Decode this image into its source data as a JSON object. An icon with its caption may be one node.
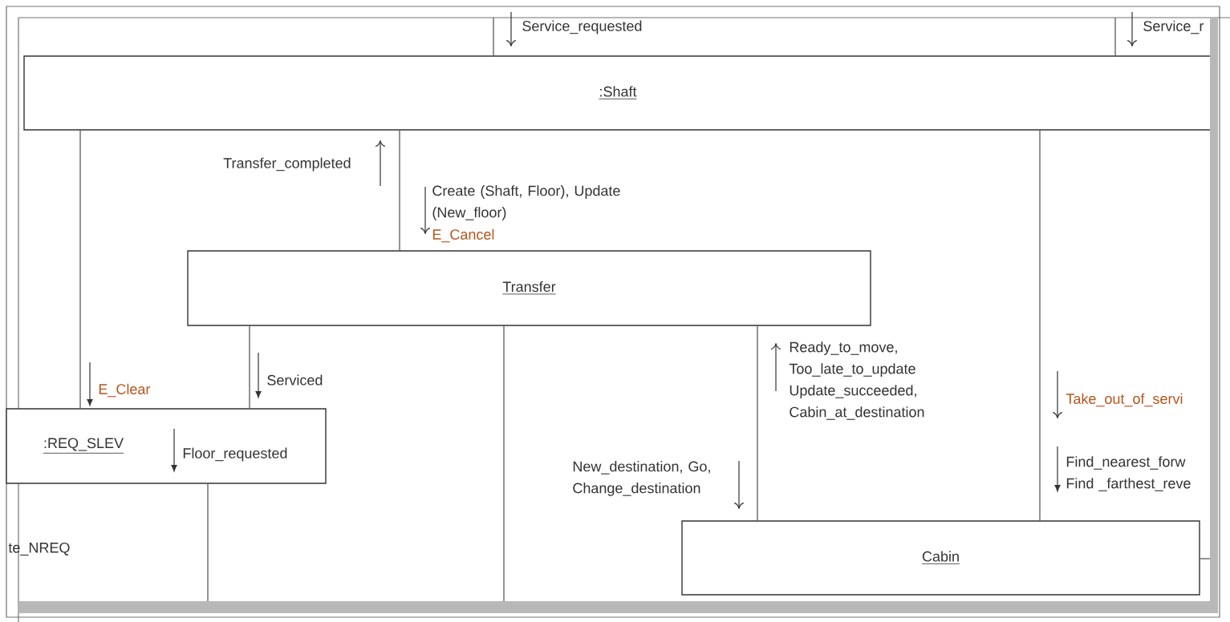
{
  "diagram": {
    "nodes": [
      {
        "text": [
          ":Shaft"
        ]
      },
      {
        "text": [
          "Transfer"
        ]
      },
      {
        "text": [
          ":REQ_SLEV"
        ]
      },
      {
        "text": [
          "Cabin"
        ]
      }
    ],
    "edges": [
      {
        "from": 0,
        "to": 1,
        "arrow": "none"
      },
      {
        "from": 0,
        "to": 2,
        "arrow": "none"
      },
      {
        "from": 1,
        "to": 2,
        "arrow": "none"
      },
      {
        "from": 1,
        "to": 3,
        "arrow": "none"
      },
      {
        "from": 0,
        "to": 3,
        "arrow": "none"
      },
      {
        "from": null,
        "to": 0,
        "arrow": "none"
      },
      {
        "from": null,
        "to": 0,
        "arrow": "none"
      },
      {
        "from": 2,
        "to": null,
        "arrow": "none"
      },
      {
        "from": 1,
        "to": null,
        "arrow": "none"
      },
      {
        "from": 3,
        "to": null,
        "arrow": "none"
      }
    ],
    "labels": [
      "Service_requested",
      "Service_r",
      "Transfer_completed",
      "Create (Shaft, Floor), Update (New_floor)",
      "E_Cancel",
      "E_Clear",
      "Serviced",
      "Floor_requested",
      "te_NREQ",
      "New_destination, Go, Change_destination",
      "Ready_to_move, Too_late_to_update Update_succeeded, Cabin_at_destination",
      "Take_out_of_servi",
      "Find_nearest_forw Find _farthest_reve"
    ]
  }
}
